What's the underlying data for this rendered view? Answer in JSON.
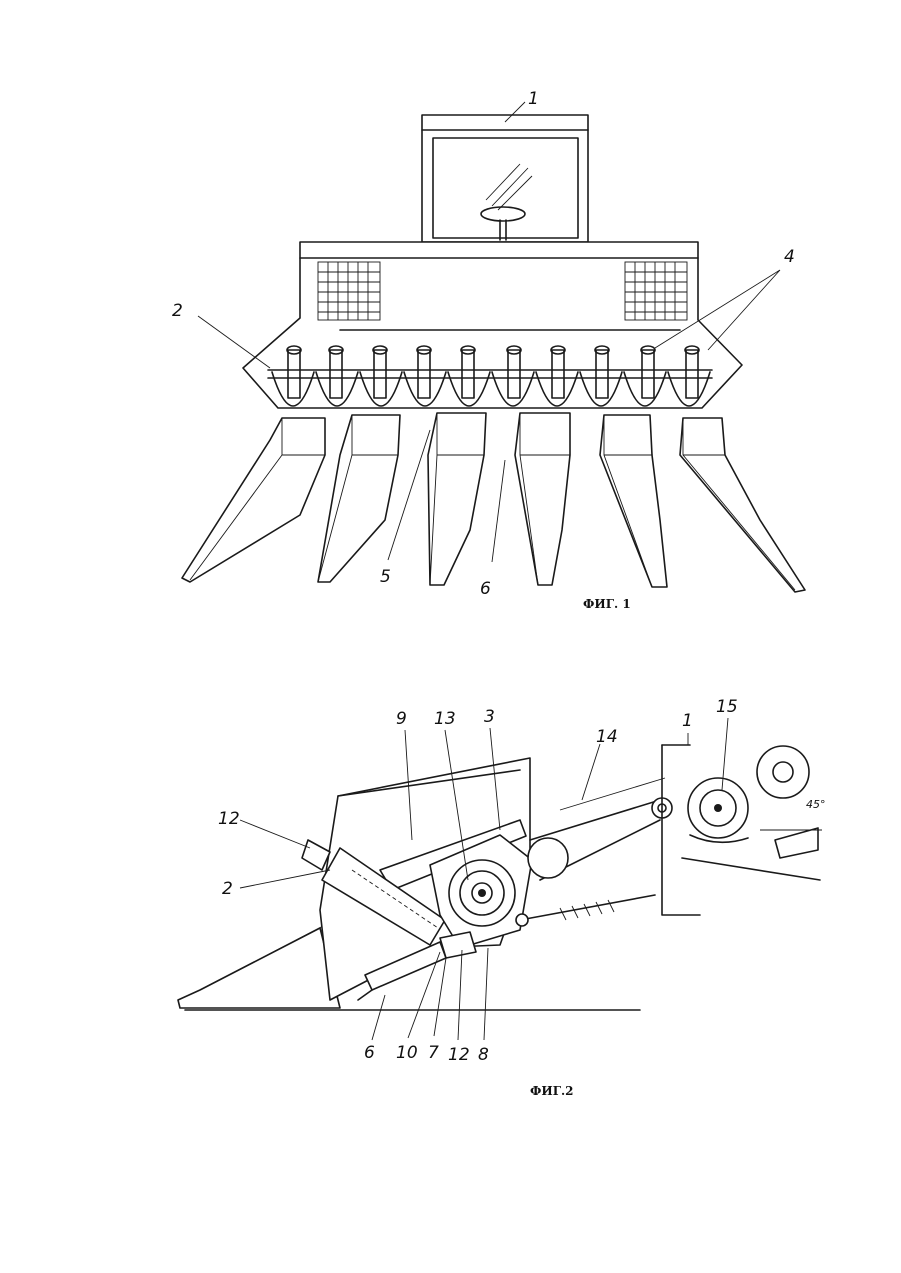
{
  "figures": [
    {
      "id": "fig1",
      "caption": "ФИГ. 1",
      "labels": [
        "1",
        "2",
        "4",
        "5",
        "6"
      ]
    },
    {
      "id": "fig2",
      "caption": "ФИГ.2",
      "labels": [
        "1",
        "15",
        "9",
        "13",
        "3",
        "14",
        "12",
        "2",
        "6",
        "10",
        "7",
        "12",
        "8"
      ],
      "angle_note": "45°"
    }
  ]
}
